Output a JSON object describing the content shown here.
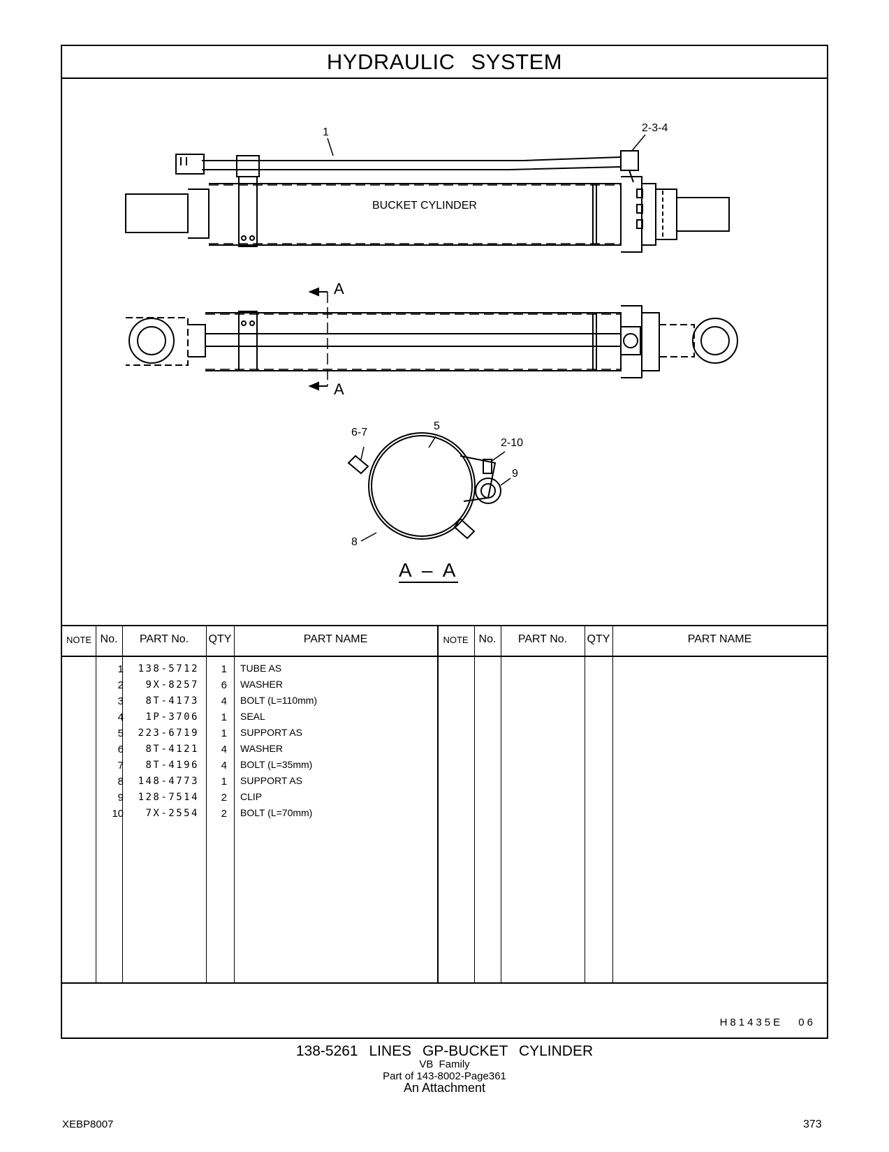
{
  "header": {
    "title": "HYDRAULIC SYSTEM"
  },
  "drawing": {
    "component_label": "BUCKET CYLINDER",
    "callouts": [
      "1",
      "2-3-4",
      "A",
      "A",
      "6-7",
      "5",
      "2-10",
      "9",
      "8"
    ],
    "section_label": "A – A"
  },
  "table": {
    "headers": {
      "note": "NOTE",
      "no": "No.",
      "part_no": "PART No.",
      "qty": "QTY",
      "part_name": "PART NAME"
    },
    "rows": [
      {
        "no": "1",
        "part_no": "138-5712",
        "qty": "1",
        "name": "TUBE AS"
      },
      {
        "no": "2",
        "part_no": "9X-8257",
        "qty": "6",
        "name": "WASHER"
      },
      {
        "no": "3",
        "part_no": "8T-4173",
        "qty": "4",
        "name": "BOLT (L=110mm)"
      },
      {
        "no": "4",
        "part_no": "1P-3706",
        "qty": "1",
        "name": "SEAL"
      },
      {
        "no": "5",
        "part_no": "223-6719",
        "qty": "1",
        "name": "SUPPORT AS"
      },
      {
        "no": "6",
        "part_no": "8T-4121",
        "qty": "4",
        "name": "WASHER"
      },
      {
        "no": "7",
        "part_no": "8T-4196",
        "qty": "4",
        "name": "BOLT (L=35mm)"
      },
      {
        "no": "8",
        "part_no": "148-4773",
        "qty": "1",
        "name": "SUPPORT AS"
      },
      {
        "no": "9",
        "part_no": "128-7514",
        "qty": "2",
        "name": "CLIP"
      },
      {
        "no": "10",
        "part_no": "7X-2554",
        "qty": "2",
        "name": "BOLT (L=70mm)"
      }
    ]
  },
  "footer": {
    "reference": "H81435E 06",
    "caption_title": "138-5261 LINES GP-BUCKET CYLINDER",
    "family": "VB Family",
    "part_of": "Part of 143-8002-Page361",
    "attachment": "An Attachment",
    "doc_number": "XEBP8007",
    "page_number": "373"
  }
}
